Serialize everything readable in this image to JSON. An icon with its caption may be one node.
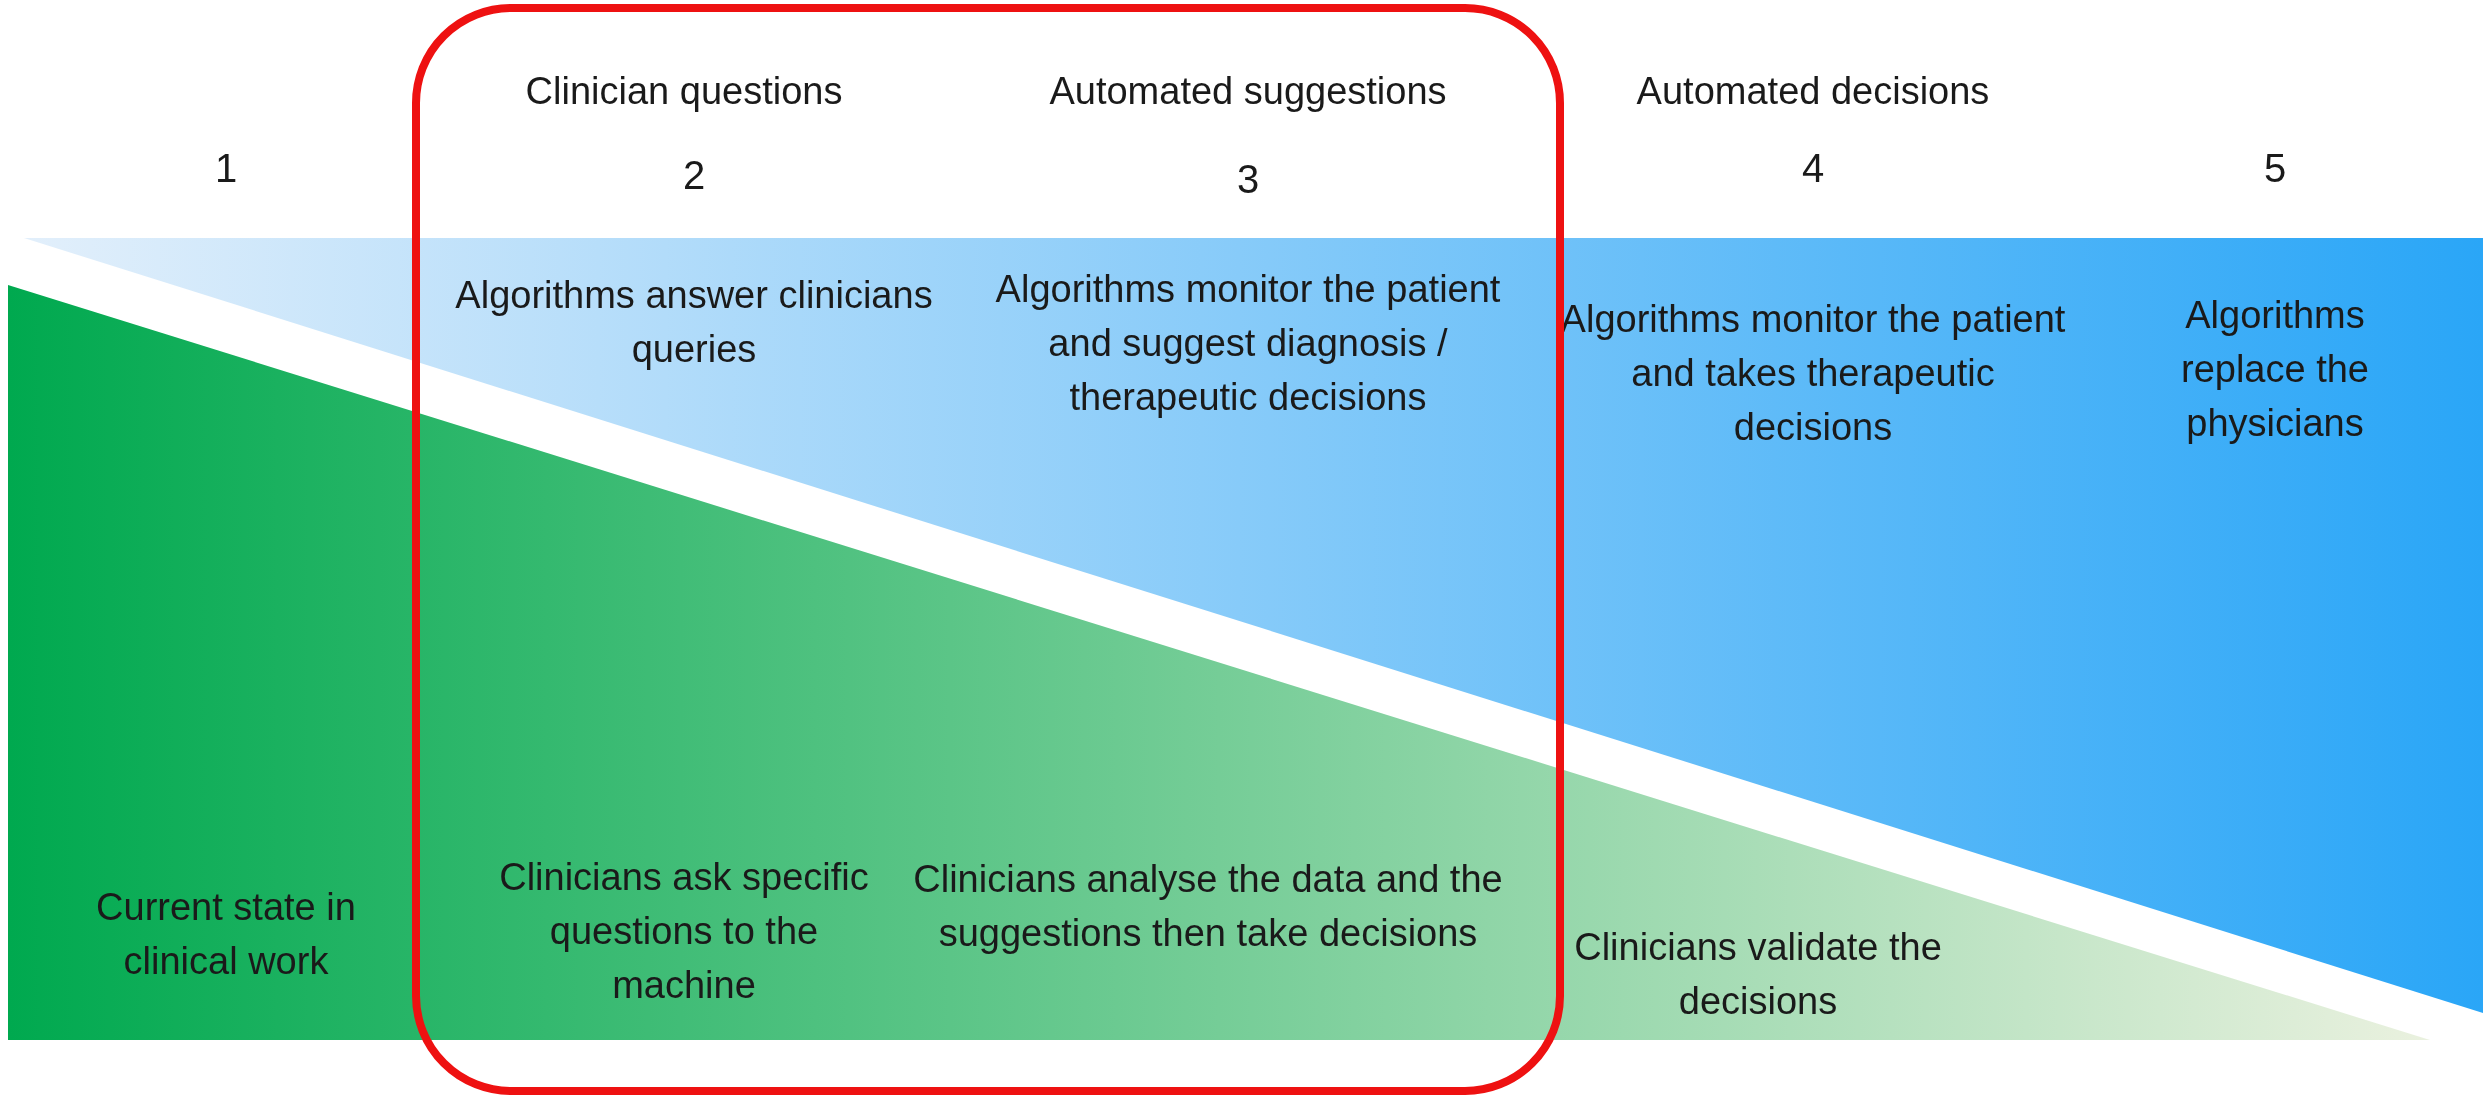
{
  "diagram": {
    "nodes": [
      {
        "text": [
          "Algorithms answer clinicians queries",
          "Algorithms monitor the patient and suggest diagnosis / therapeutic decisions",
          "Algorithms monitor the patient and takes therapeutic decisions",
          "Algorithms replace the physicians"
        ]
      },
      {
        "text": [
          "Current state in clinical work",
          "Clinicians ask specific questions to the machine",
          "Clinicians analyse the data and the suggestions then take decisions",
          "Clinicians validate the decisions"
        ]
      }
    ],
    "edges": [],
    "labels": [
      "Clinician questions",
      "Automated suggestions",
      "Automated decisions",
      "1",
      "2",
      "3",
      "4",
      "5"
    ]
  }
}
